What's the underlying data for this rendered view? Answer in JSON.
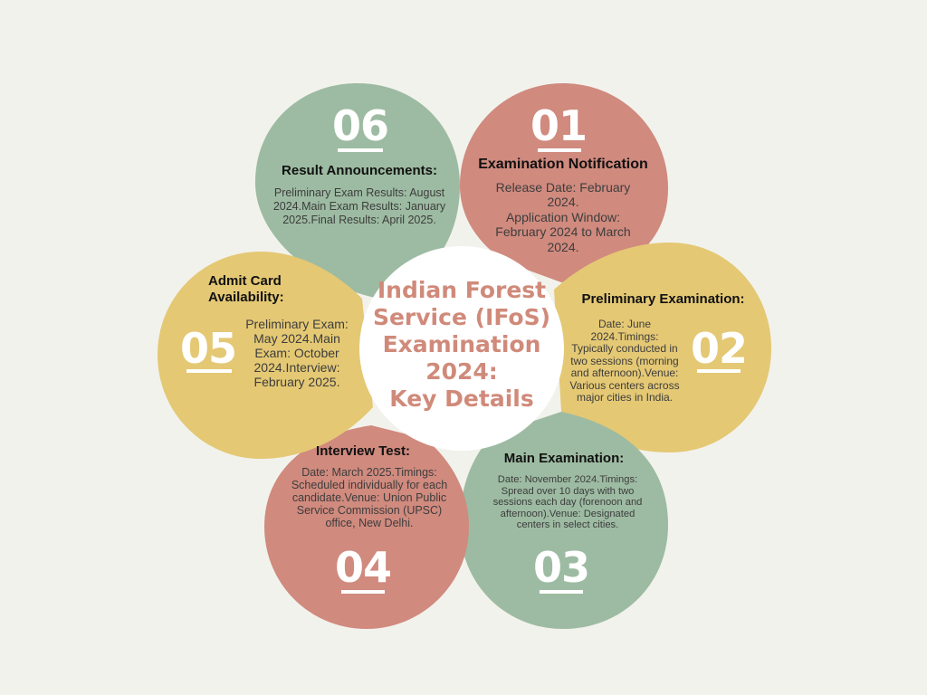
{
  "colors": {
    "background": "#f2f2ec",
    "rose": "#d08a7e",
    "sage": "#9dbba2",
    "mustard": "#e4c874",
    "center_fill": "#ffffff",
    "center_text": "#d08a7a"
  },
  "center": {
    "title": "Indian Forest\nService (IFoS)\nExamination\n2024:\nKey Details"
  },
  "petals": [
    {
      "number": "01",
      "title": "Examination Notification",
      "body": "Release Date: February 2024.\nApplication Window: February 2024 to March 2024.",
      "color": "#d08a7e"
    },
    {
      "number": "02",
      "title": "Preliminary Examination:",
      "body": "Date: June 2024.Timings: Typically conducted in two sessions (morning and afternoon).Venue: Various centers across major cities in India.",
      "color": "#e4c874"
    },
    {
      "number": "03",
      "title": "Main Examination:",
      "body": "Date: November 2024.Timings: Spread over 10 days with two sessions each day (forenoon and afternoon).Venue: Designated centers in select cities.",
      "color": "#9dbba2"
    },
    {
      "number": "04",
      "title": "Interview Test:",
      "body": "Date: March 2025.Timings: Scheduled individually for each candidate.Venue: Union Public Service Commission (UPSC) office, New Delhi.",
      "color": "#d08a7e"
    },
    {
      "number": "05",
      "title": "Admit Card Availability:",
      "body": "Preliminary Exam: May 2024.Main Exam: October 2024.Interview: February 2025.",
      "color": "#e4c874"
    },
    {
      "number": "06",
      "title": "Result Announcements:",
      "body": "Preliminary Exam Results: August 2024.Main Exam Results: January 2025.Final Results: April 2025.",
      "color": "#9dbba2"
    }
  ]
}
